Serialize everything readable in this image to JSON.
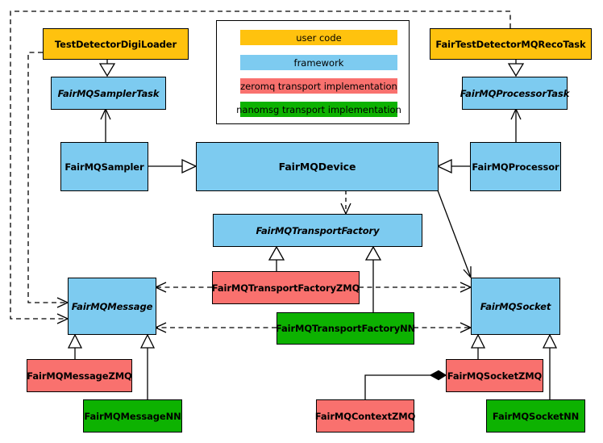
{
  "diagram": {
    "type": "uml-class-diagram",
    "colors": {
      "user": "#FFC20E",
      "framework": "#7DCBF0",
      "zeromq": "#F9716E",
      "nanomsg": "#0DB201",
      "border": "#000000",
      "background": "#FFFFFF"
    },
    "legend": {
      "items": [
        {
          "label": "user code",
          "color_key": "user"
        },
        {
          "label": "framework",
          "color_key": "framework"
        },
        {
          "label": "zeromq transport implementation",
          "color_key": "zeromq"
        },
        {
          "label": "nanomsg transport implementation",
          "color_key": "nanomsg"
        }
      ]
    },
    "nodes": [
      {
        "label": "TestDetectorDigiLoader",
        "category": "user",
        "abstract": false
      },
      {
        "label": "FairTestDetectorMQRecoTask",
        "category": "user",
        "abstract": false
      },
      {
        "label": "FairMQSamplerTask",
        "category": "framework",
        "abstract": true
      },
      {
        "label": "FairMQProcessorTask",
        "category": "framework",
        "abstract": true
      },
      {
        "label": "FairMQSampler",
        "category": "framework",
        "abstract": false
      },
      {
        "label": "FairMQDevice",
        "category": "framework",
        "abstract": false
      },
      {
        "label": "FairMQProcessor",
        "category": "framework",
        "abstract": false
      },
      {
        "label": "FairMQTransportFactory",
        "category": "framework",
        "abstract": true
      },
      {
        "label": "FairMQTransportFactoryZMQ",
        "category": "zeromq",
        "abstract": false
      },
      {
        "label": "FairMQTransportFactoryNN",
        "category": "nanomsg",
        "abstract": false
      },
      {
        "label": "FairMQMessage",
        "category": "framework",
        "abstract": true
      },
      {
        "label": "FairMQSocket",
        "category": "framework",
        "abstract": true
      },
      {
        "label": "FairMQMessageZMQ",
        "category": "zeromq",
        "abstract": false
      },
      {
        "label": "FairMQMessageNN",
        "category": "nanomsg",
        "abstract": false
      },
      {
        "label": "FairMQContextZMQ",
        "category": "zeromq",
        "abstract": false
      },
      {
        "label": "FairMQSocketZMQ",
        "category": "zeromq",
        "abstract": false
      },
      {
        "label": "FairMQSocketNN",
        "category": "nanomsg",
        "abstract": false
      }
    ],
    "edges": [
      {
        "from": "TestDetectorDigiLoader",
        "to": "FairMQSamplerTask",
        "type": "inheritance"
      },
      {
        "from": "FairTestDetectorMQRecoTask",
        "to": "FairMQProcessorTask",
        "type": "inheritance"
      },
      {
        "from": "FairMQSampler",
        "to": "FairMQDevice",
        "type": "inheritance"
      },
      {
        "from": "FairMQProcessor",
        "to": "FairMQDevice",
        "type": "inheritance"
      },
      {
        "from": "FairMQSampler",
        "to": "FairMQSamplerTask",
        "type": "association"
      },
      {
        "from": "FairMQProcessor",
        "to": "FairMQProcessorTask",
        "type": "association"
      },
      {
        "from": "FairMQDevice",
        "to": "FairMQTransportFactory",
        "type": "dependency"
      },
      {
        "from": "FairMQDevice",
        "to": "FairMQSocket",
        "type": "association"
      },
      {
        "from": "FairMQTransportFactoryZMQ",
        "to": "FairMQTransportFactory",
        "type": "inheritance"
      },
      {
        "from": "FairMQTransportFactoryNN",
        "to": "FairMQTransportFactory",
        "type": "inheritance"
      },
      {
        "from": "FairMQTransportFactoryZMQ",
        "to": "FairMQMessage",
        "type": "dependency"
      },
      {
        "from": "FairMQTransportFactoryZMQ",
        "to": "FairMQSocket",
        "type": "dependency"
      },
      {
        "from": "FairMQTransportFactoryNN",
        "to": "FairMQMessage",
        "type": "dependency"
      },
      {
        "from": "FairMQTransportFactoryNN",
        "to": "FairMQSocket",
        "type": "dependency"
      },
      {
        "from": "TestDetectorDigiLoader",
        "to": "FairMQMessage",
        "type": "dependency"
      },
      {
        "from": "FairTestDetectorMQRecoTask",
        "to": "FairMQMessage",
        "type": "dependency"
      },
      {
        "from": "FairMQMessageZMQ",
        "to": "FairMQMessage",
        "type": "inheritance"
      },
      {
        "from": "FairMQMessageNN",
        "to": "FairMQMessage",
        "type": "inheritance"
      },
      {
        "from": "FairMQSocketZMQ",
        "to": "FairMQSocket",
        "type": "inheritance"
      },
      {
        "from": "FairMQSocketNN",
        "to": "FairMQSocket",
        "type": "inheritance"
      },
      {
        "from": "FairMQSocketZMQ",
        "to": "FairMQContextZMQ",
        "type": "aggregation"
      }
    ]
  }
}
